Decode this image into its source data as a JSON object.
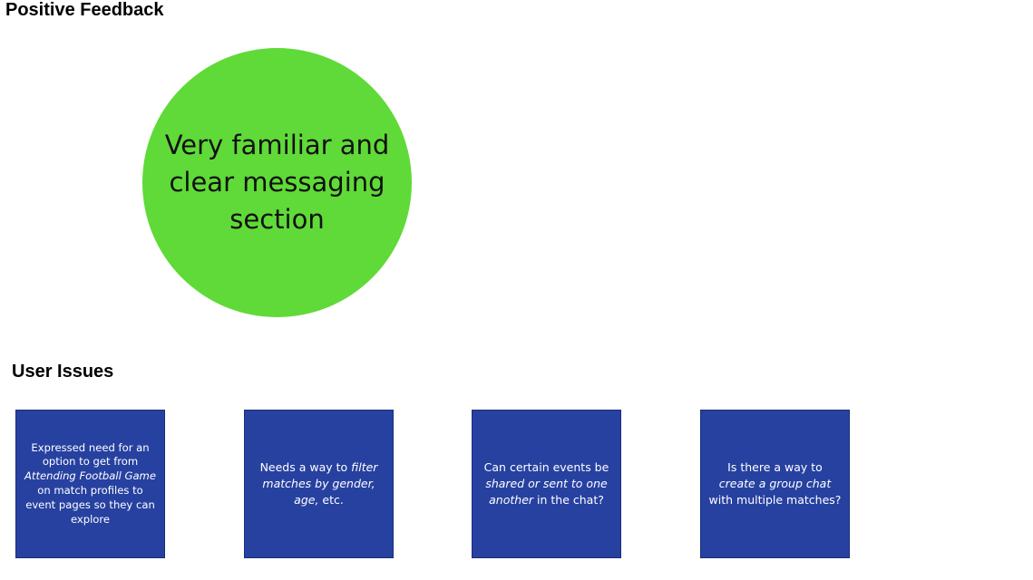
{
  "positive_feedback": {
    "title": "Positive Feedback",
    "circle_text": "Very familiar and clear messaging section",
    "circle_color": "#5fda38"
  },
  "user_issues": {
    "title": "User Issues",
    "card_color": "#2741a0",
    "cards": [
      {
        "t1": "Expressed need for an option to get from ",
        "em1": "Attending Football Game",
        "t2": " on match profiles to event pages so they can explore"
      },
      {
        "t1": "Needs a way to ",
        "em1": "filter matches by gender, age,",
        "t2": " etc."
      },
      {
        "t1": "Can certain events be ",
        "em1": "shared or sent to one another",
        "t2": " in the chat?"
      },
      {
        "t1": "Is there a way to ",
        "em1": "create a group chat",
        "t2": " with multiple matches?"
      }
    ]
  }
}
